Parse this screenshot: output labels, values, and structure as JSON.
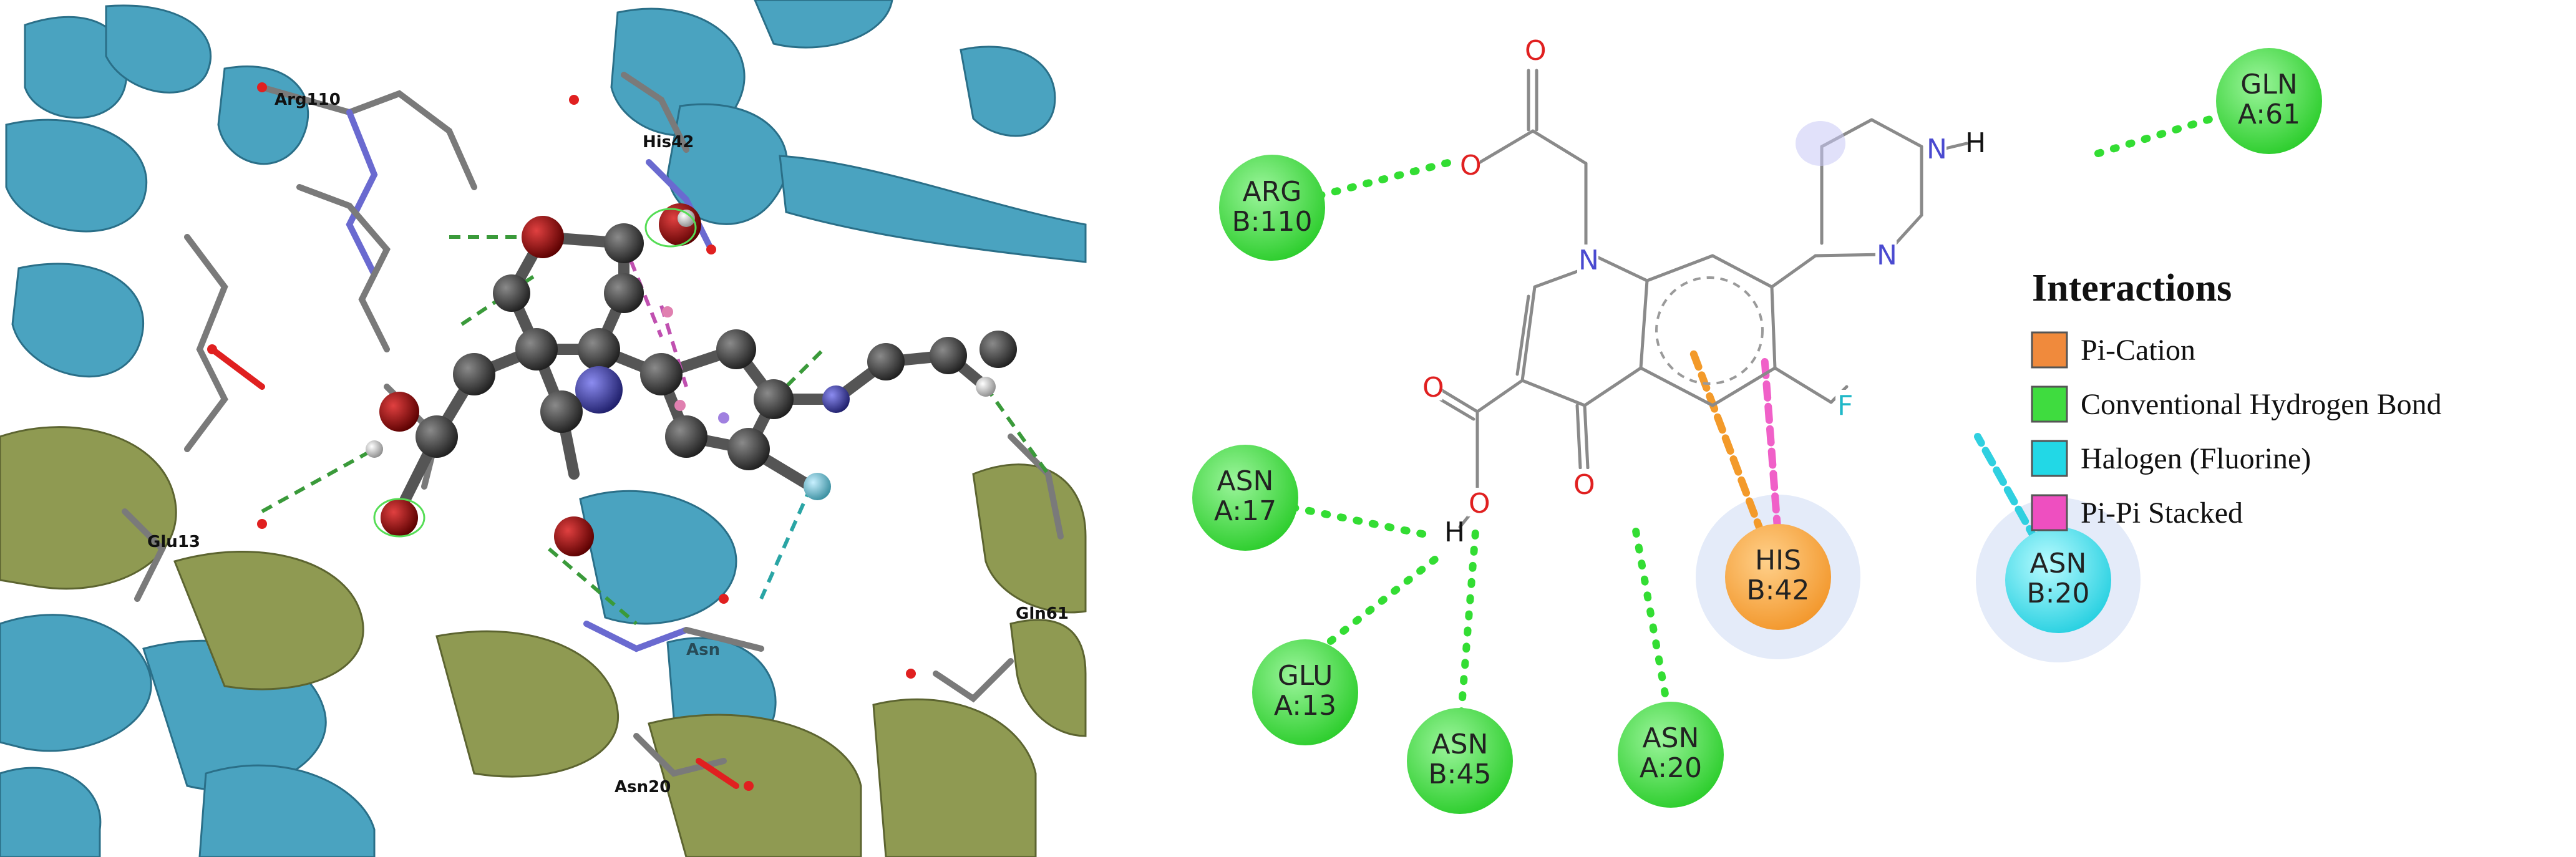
{
  "structure_3d": {
    "residue_labels": [
      "Arg110",
      "His42",
      "Glu13",
      "Gln61",
      "Asn20"
    ],
    "faint_label": "Asn"
  },
  "diagram_2d": {
    "atoms": {
      "O_top": "O",
      "O_left": "O",
      "N1": "N",
      "N_pip": "N",
      "NH_N": "N",
      "H_pip": "H",
      "O_acid_a": "O",
      "O_acid_b": "O",
      "H_acid": "H",
      "O_keto": "O",
      "F": "F"
    },
    "residues": [
      {
        "id": "gln-a61",
        "name": "GLN",
        "chain": "A:61",
        "type": "conventional-hydrogen-bond"
      },
      {
        "id": "arg-b110",
        "name": "ARG",
        "chain": "B:110",
        "type": "conventional-hydrogen-bond"
      },
      {
        "id": "asn-a17",
        "name": "ASN",
        "chain": "A:17",
        "type": "conventional-hydrogen-bond"
      },
      {
        "id": "glu-a13",
        "name": "GLU",
        "chain": "A:13",
        "type": "conventional-hydrogen-bond"
      },
      {
        "id": "asn-b45",
        "name": "ASN",
        "chain": "B:45",
        "type": "conventional-hydrogen-bond"
      },
      {
        "id": "asn-a20",
        "name": "ASN",
        "chain": "A:20",
        "type": "conventional-hydrogen-bond"
      },
      {
        "id": "his-b42",
        "name": "HIS",
        "chain": "B:42",
        "type": "pi-cation"
      },
      {
        "id": "asn-b20",
        "name": "ASN",
        "chain": "B:20",
        "type": "halogen"
      }
    ]
  },
  "legend": {
    "title": "Interactions",
    "items": [
      {
        "label": "Pi-Cation",
        "color": "#f08a3c"
      },
      {
        "label": "Conventional Hydrogen Bond",
        "color": "#3fdc3f"
      },
      {
        "label": "Halogen (Fluorine)",
        "color": "#22d8e6"
      },
      {
        "label": "Pi-Pi Stacked",
        "color": "#ee4fc0"
      }
    ]
  },
  "colors": {
    "helix_blue": "#4aa3c0",
    "helix_olive": "#8f9a52",
    "hbond_green": "#33dd33",
    "pi_cation_orange": "#f39a2a",
    "pi_pi_pink": "#f060c8",
    "halogen_cyan": "#30d0e0",
    "bond_gray": "#8a8a8a",
    "nitrogen_blue": "#5a5ad0",
    "oxygen_red": "#e02020"
  }
}
